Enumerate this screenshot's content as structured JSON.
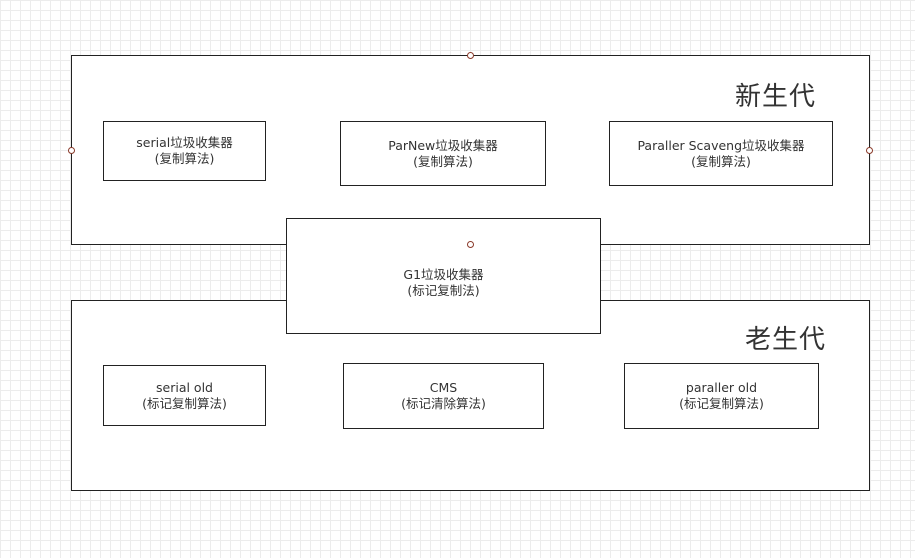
{
  "young_generation": {
    "title": "新生代",
    "collectors": [
      {
        "name": "serial垃圾收集器",
        "algorithm": "(复制算法)"
      },
      {
        "name": "ParNew垃圾收集器",
        "algorithm": "(复制算法)"
      },
      {
        "name": "Paraller Scaveng垃圾收集器",
        "algorithm": "(复制算法)"
      }
    ]
  },
  "old_generation": {
    "title": "老生代",
    "collectors": [
      {
        "name": "serial old",
        "algorithm": "(标记复制算法)"
      },
      {
        "name": "CMS",
        "algorithm": "(标记清除算法)"
      },
      {
        "name": "paraller old",
        "algorithm": "(标记复制算法)"
      }
    ]
  },
  "g1_collector": {
    "name": "G1垃圾收集器",
    "algorithm": "(标记复制法)"
  }
}
